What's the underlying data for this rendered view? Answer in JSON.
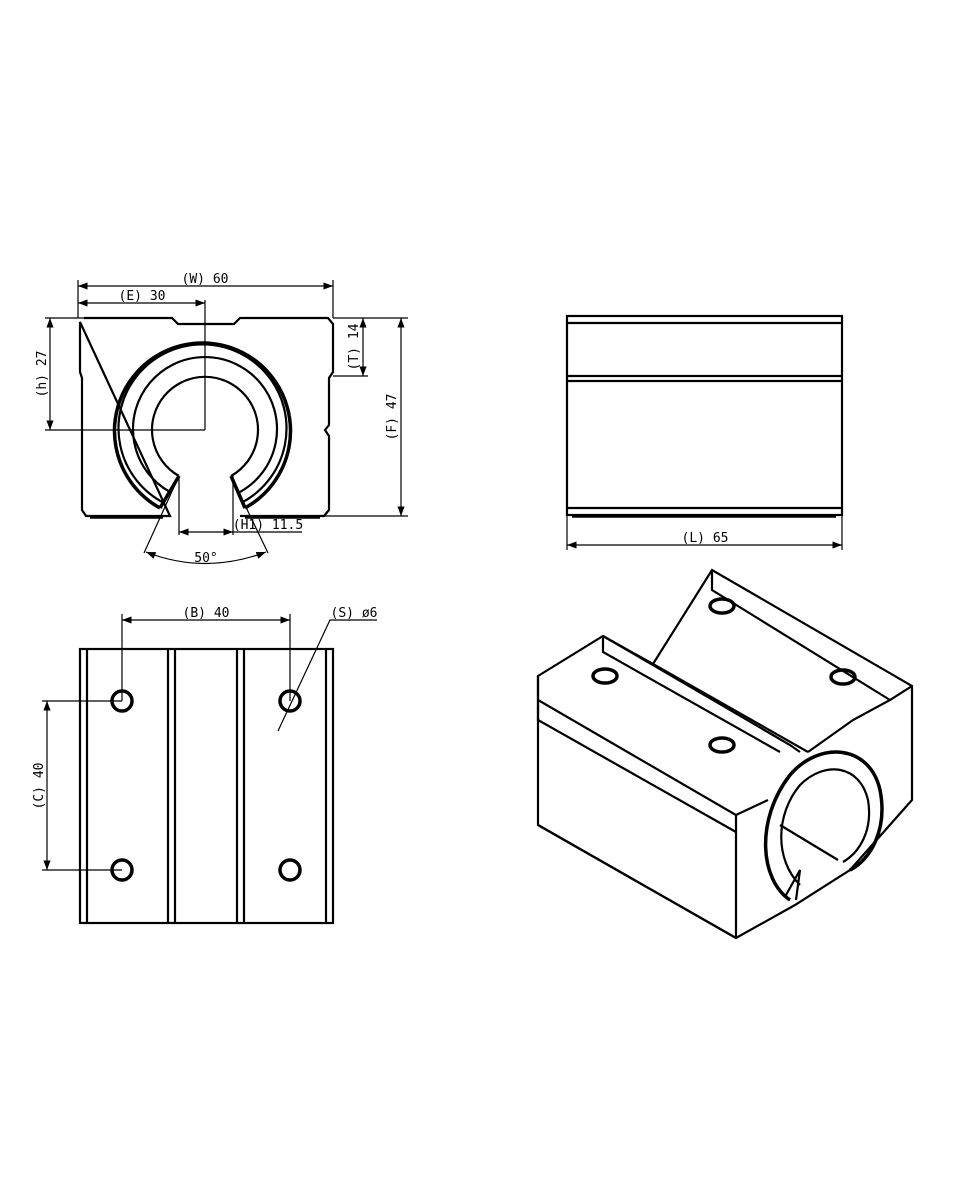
{
  "front_view": {
    "width_label": "(W) 60",
    "center_label": "(E) 30",
    "height_center_label": "(h) 27",
    "top_thickness_label": "(T) 14",
    "total_height_label": "(F) 47",
    "slot_width_label": "(H1) 11.5",
    "slot_angle_label": "50°"
  },
  "side_view": {
    "length_label": "(L) 65"
  },
  "bottom_view": {
    "hole_spacing_x_label": "(B) 40",
    "hole_spacing_y_label": "(C) 40",
    "hole_size_label": "(S) ø6"
  },
  "colors": {
    "line": "#000000",
    "background": "#ffffff"
  }
}
